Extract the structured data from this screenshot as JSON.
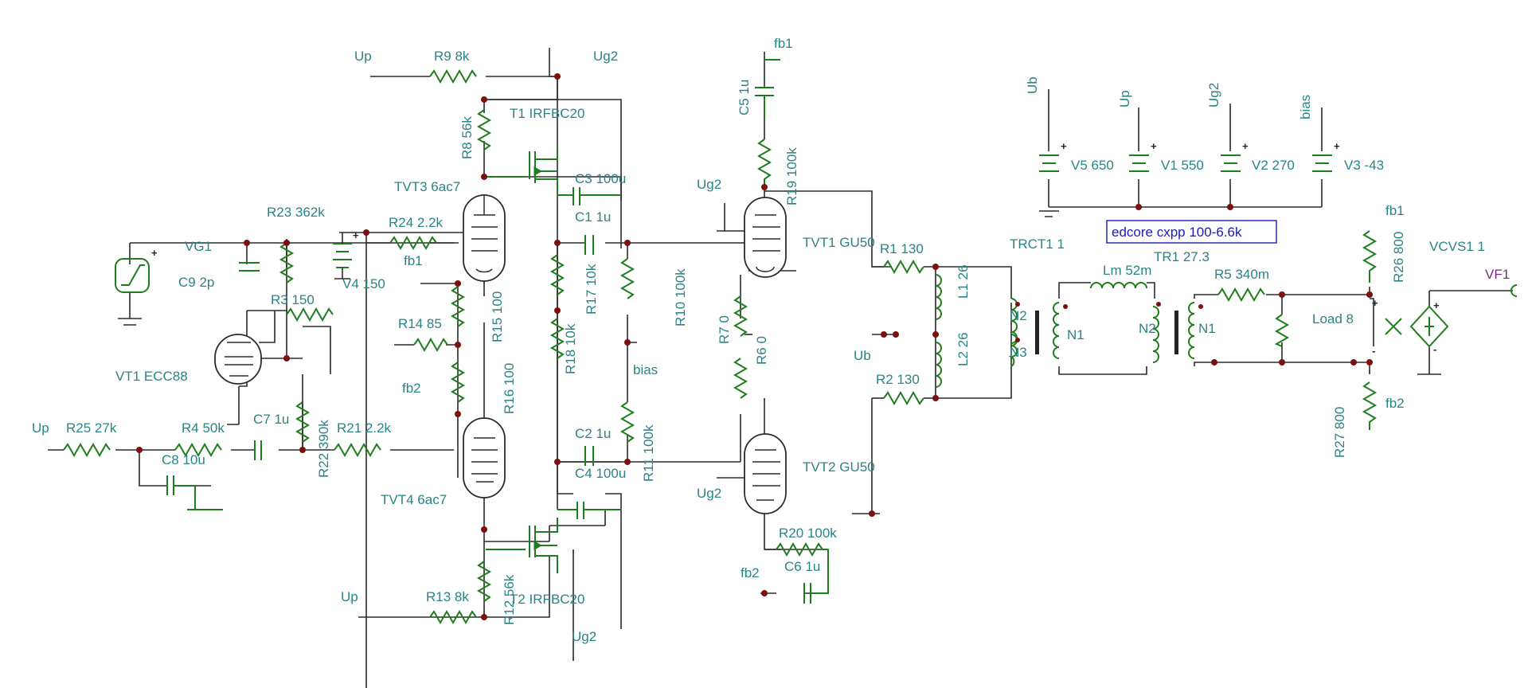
{
  "diagram": {
    "labels": {
      "up_top": "Up",
      "r9": "R9 8k",
      "ug2_top": "Ug2",
      "fb1_top": "fb1",
      "t1": "T1 IRFBC20",
      "r8": "R8 56k",
      "c5": "C5 1u",
      "r19": "R19 100k",
      "tvt3": "TVT3 6ac7",
      "c3": "C3 100u",
      "ug2_tvt1": "Ug2",
      "c1": "C1 1u",
      "r23": "R23 362k",
      "r24": "R24 2.2k",
      "vg1": "VG1",
      "fb1_mid": "fb1",
      "v4": "V4 150",
      "tvt1": "TVT1 GU50",
      "r1": "R1 130",
      "c9": "C9 2p",
      "r3": "R3 150",
      "r17": "R17 10k",
      "r14": "R14 85",
      "r15": "R15 100",
      "r10": "R10 100k",
      "r7": "R7 0",
      "r6": "R6 0",
      "vt1": "VT1 ECC88",
      "r16": "R16 100",
      "r18": "R18 10k",
      "bias_mid": "bias",
      "fb2_mid": "fb2",
      "r11": "R11 100k",
      "up_left": "Up",
      "r25": "R25 27k",
      "r4": "R4 50k",
      "c7": "C7 1u",
      "r22": "R22 390k",
      "r21": "R21 2.2k",
      "c8": "C8 10u",
      "c2": "C2 1u",
      "c4": "C4 100u",
      "tvt4": "TVT4 6ac7",
      "ug2_tvt2": "Ug2",
      "tvt2": "TVT2 GU50",
      "r20": "R20 100k",
      "fb2_low": "fb2",
      "c6": "C6 1u",
      "up_bottom": "Up",
      "r13": "R13 8k",
      "r12": "R12 56k",
      "t2": "T2 IRFBC20",
      "ug2_bottom": "Ug2",
      "ub_supply": "Ub",
      "up_supply": "Up",
      "ug2_supply": "Ug2",
      "bias_supply": "bias",
      "v5": "V5 650",
      "v1": "V1 550",
      "v2": "V2 270",
      "v3": "V3 -43",
      "edcore": "edcore cxpp 100-6.6k",
      "trct1": "TRCT1 1",
      "tr1": "TR1 27.3",
      "l1": "L1 26",
      "l2": "L2 26",
      "lm": "Lm 52m",
      "r5": "R5 340m",
      "n2_a": "N2",
      "n3": "N3",
      "n1_a": "N1",
      "n2_b": "N2",
      "n1_b": "N1",
      "ub_mid": "Ub",
      "r2": "R2 130",
      "fb1_right": "fb1",
      "r26": "R26 800",
      "vcvs1": "VCVS1 1",
      "vf1": "VF1",
      "load": "Load  8",
      "r27": "R27 800",
      "fb2_right": "fb2",
      "plus": "+",
      "minus": "-"
    }
  }
}
